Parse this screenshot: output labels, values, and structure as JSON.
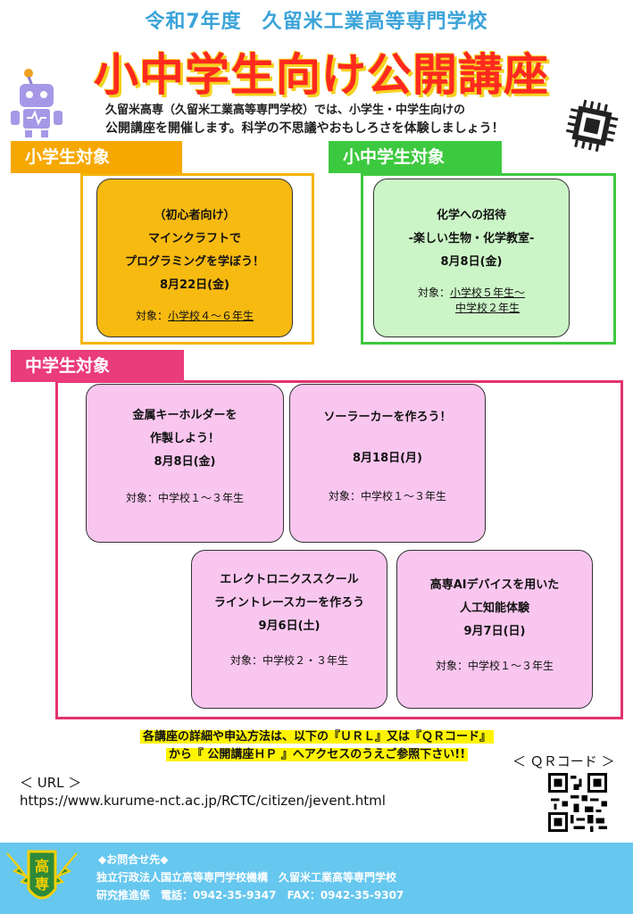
{
  "header": {
    "subtitle": "令和7年度　久留米工業高等専門学校",
    "title": "小中学生向け公開講座",
    "intro_line1": "久留米高専（久留米工業高等専門学校）では、小学生・中学生向けの",
    "intro_line2": "公開講座を開催します。科学の不思議やおもしろさを体験しましょう！"
  },
  "sections": {
    "elementary": {
      "label": "小学生対象",
      "course": {
        "lines": [
          "（初心者向け）",
          "マインクラフトで",
          "プログラミングを学ぼう！",
          "8月22日(金)"
        ],
        "target_prefix": "対象：",
        "target": "小学校４～６年生"
      }
    },
    "elem_middle": {
      "label": "小中学生対象",
      "course": {
        "lines": [
          "化学への招待",
          "-楽しい生物・化学教室-",
          "8月8日(金)"
        ],
        "target_prefix": "対象：",
        "target": "小学校５年生～",
        "target2": "中学校２年生"
      }
    },
    "middle": {
      "label": "中学生対象",
      "courses": [
        {
          "lines": [
            "金属キーホルダーを",
            "作製しよう！",
            "8月8日(金)"
          ],
          "target": "対象：中学校１～３年生"
        },
        {
          "lines": [
            "ソーラーカーを作ろう！",
            "8月18日(月)"
          ],
          "target": "対象：中学校１～３年生"
        },
        {
          "lines": [
            "エレクトロニクススクール",
            "ライントレースカーを作ろう",
            "9月6日(土)"
          ],
          "target": "対象：中学校２・３年生"
        },
        {
          "lines": [
            "高専AIデバイスを用いた",
            "人工知能体験",
            "9月7日(日)"
          ],
          "target": "対象：中学校１～３年生"
        }
      ]
    }
  },
  "notice": {
    "line1": "各講座の詳細や申込方法は、以下の『ＵＲＬ』又は『ＱＲコード』",
    "line2": "から『 公開講座ＨＰ 』へアクセスのうえご参照下さい!!"
  },
  "links": {
    "url_label": "＜ URL ＞",
    "url": "https://www.kurume-nct.ac.jp/RCTC/citizen/jevent.html",
    "qr_label": "＜ ＱＲコード ＞"
  },
  "footer": {
    "emblem_text": "高専",
    "contact_heading": "◆お問合せ先◆",
    "org": "独立行政法人国立高等専門学校機構　久留米工業高等専門学校",
    "contact": "研究推進係　電話：0942-35-9347　FAX：0942-35-9307"
  },
  "colors": {
    "title": "#ff2a1f",
    "subtitle": "#3aa3d9",
    "elementary": "#f7a800",
    "elem_middle": "#3dc93f",
    "middle": "#ea3b7a",
    "footer": "#66c7ef"
  }
}
